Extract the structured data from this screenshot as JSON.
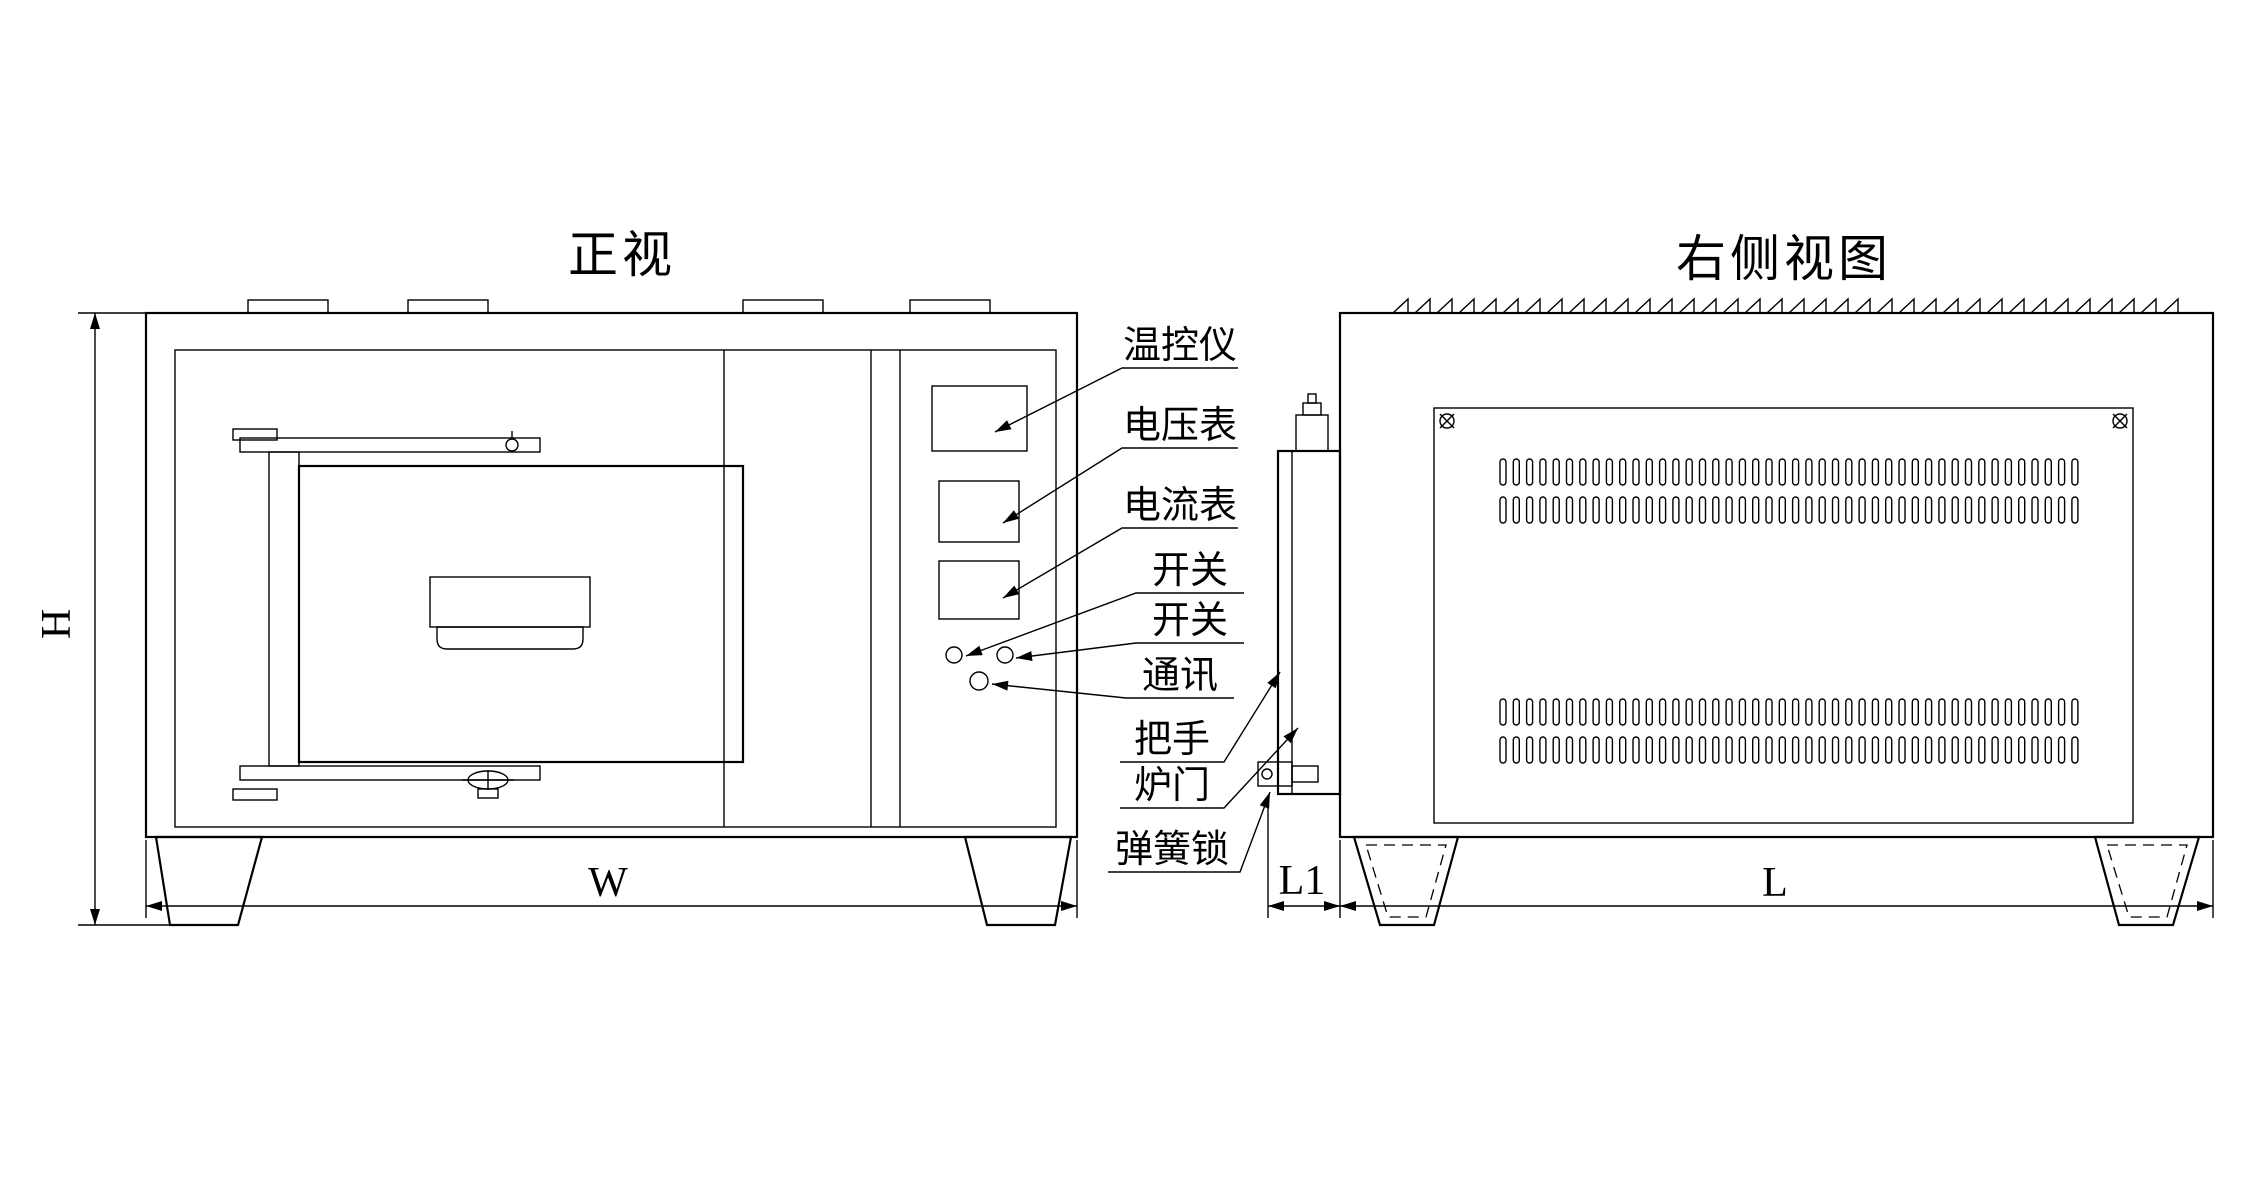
{
  "titles": {
    "front_view": "正视",
    "right_view": "右侧视图"
  },
  "component_labels": {
    "temperature_controller": "温控仪",
    "voltmeter": "电压表",
    "ammeter": "电流表",
    "switch_1": "开关",
    "switch_2": "开关",
    "communication": "通讯",
    "handle": "把手",
    "furnace_door": "炉门",
    "spring_lock": "弹簧锁"
  },
  "dimension_labels": {
    "height": "H",
    "width": "W",
    "door_depth": "L1",
    "length": "L"
  },
  "colors": {
    "line": "#000000",
    "background": "#ffffff"
  }
}
